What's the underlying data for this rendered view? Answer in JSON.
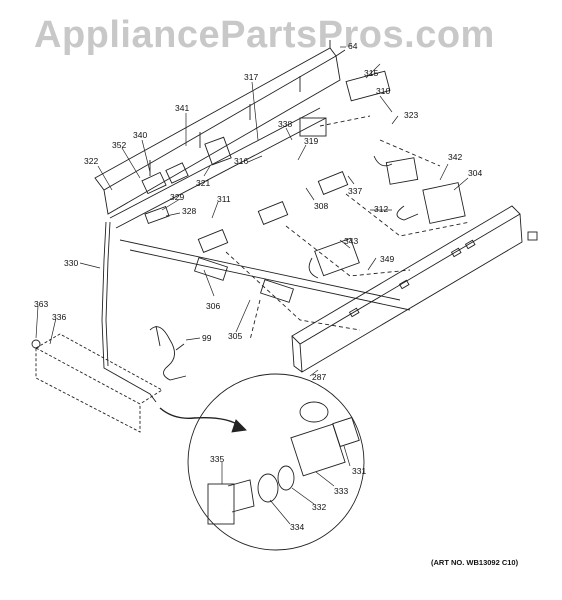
{
  "watermark": "AppliancePartsPros.com",
  "art_number": "(ART NO. WB13092 C10)",
  "part_labels": [
    "64",
    "315",
    "317",
    "341",
    "310",
    "323",
    "338",
    "340",
    "352",
    "319",
    "316",
    "322",
    "321",
    "342",
    "304",
    "337",
    "329",
    "311",
    "308",
    "312",
    "328",
    "343",
    "330",
    "349",
    "306",
    "305",
    "99",
    "363",
    "336",
    "287",
    "335",
    "331",
    "333",
    "332",
    "334"
  ],
  "colors": {
    "line": "#222222",
    "watermark": "#c8c8c8",
    "background": "#ffffff"
  }
}
